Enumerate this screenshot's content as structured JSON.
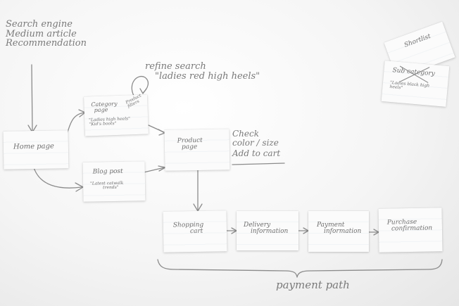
{
  "notes": {
    "sources": [
      "Search engine",
      "Medium article",
      "Recommendation"
    ],
    "refine": {
      "title": "refine search",
      "query": "\"ladies red high heels\""
    },
    "product_actions": [
      "Check",
      "color / size",
      "Add to cart"
    ],
    "payment_path": "payment path"
  },
  "cards": {
    "home": "Home page",
    "category": {
      "title": [
        "Category",
        "page"
      ],
      "examples": [
        "\"Ladies high heels\"",
        "\"Kid's boots\""
      ],
      "side_note": [
        "Product",
        "filters"
      ]
    },
    "blog": {
      "title": "Blog post",
      "examples": [
        "\"Latest catwalk",
        "trends\""
      ]
    },
    "product": [
      "Product",
      "page"
    ],
    "cart": [
      "Shopping",
      "cart"
    ],
    "delivery": [
      "Delivery",
      "information"
    ],
    "payment": [
      "Payment",
      "information"
    ],
    "confirmation": [
      "Purchase",
      "confirmation"
    ],
    "shortlist": "Shortlist",
    "sub_category": {
      "title": "Sub category",
      "examples": [
        "\"Ladies black high",
        "heels\""
      ]
    }
  }
}
